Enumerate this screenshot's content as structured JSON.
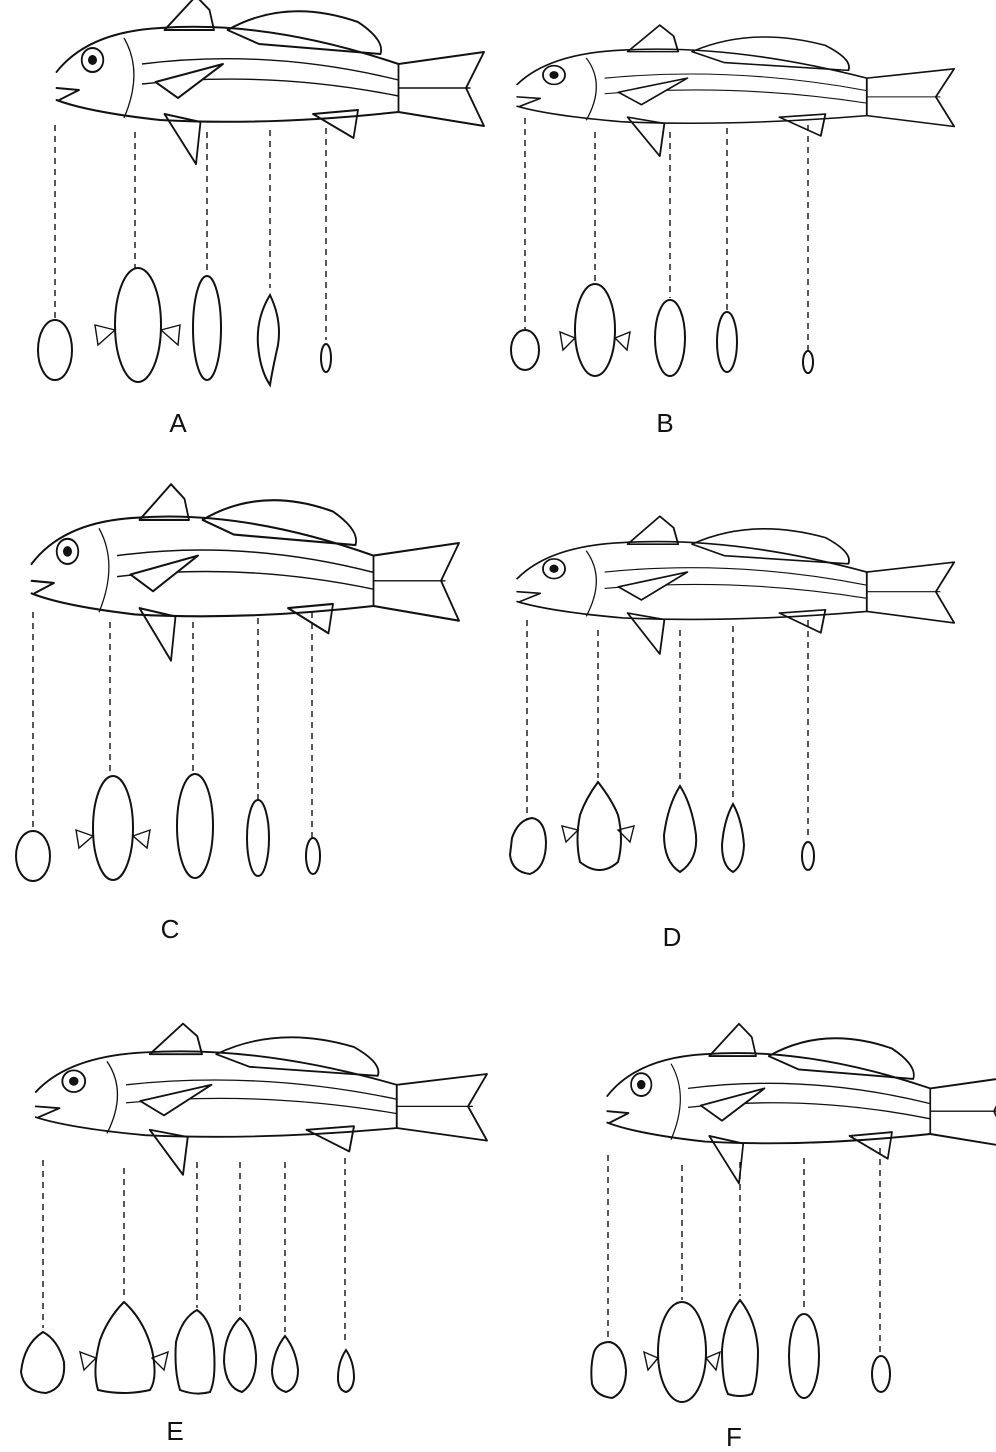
{
  "figure": {
    "panels": [
      {
        "id": "A",
        "label": "A"
      },
      {
        "id": "B",
        "label": "B"
      },
      {
        "id": "C",
        "label": "C"
      },
      {
        "id": "D",
        "label": "D"
      },
      {
        "id": "E",
        "label": "E"
      },
      {
        "id": "F",
        "label": "F"
      }
    ]
  }
}
